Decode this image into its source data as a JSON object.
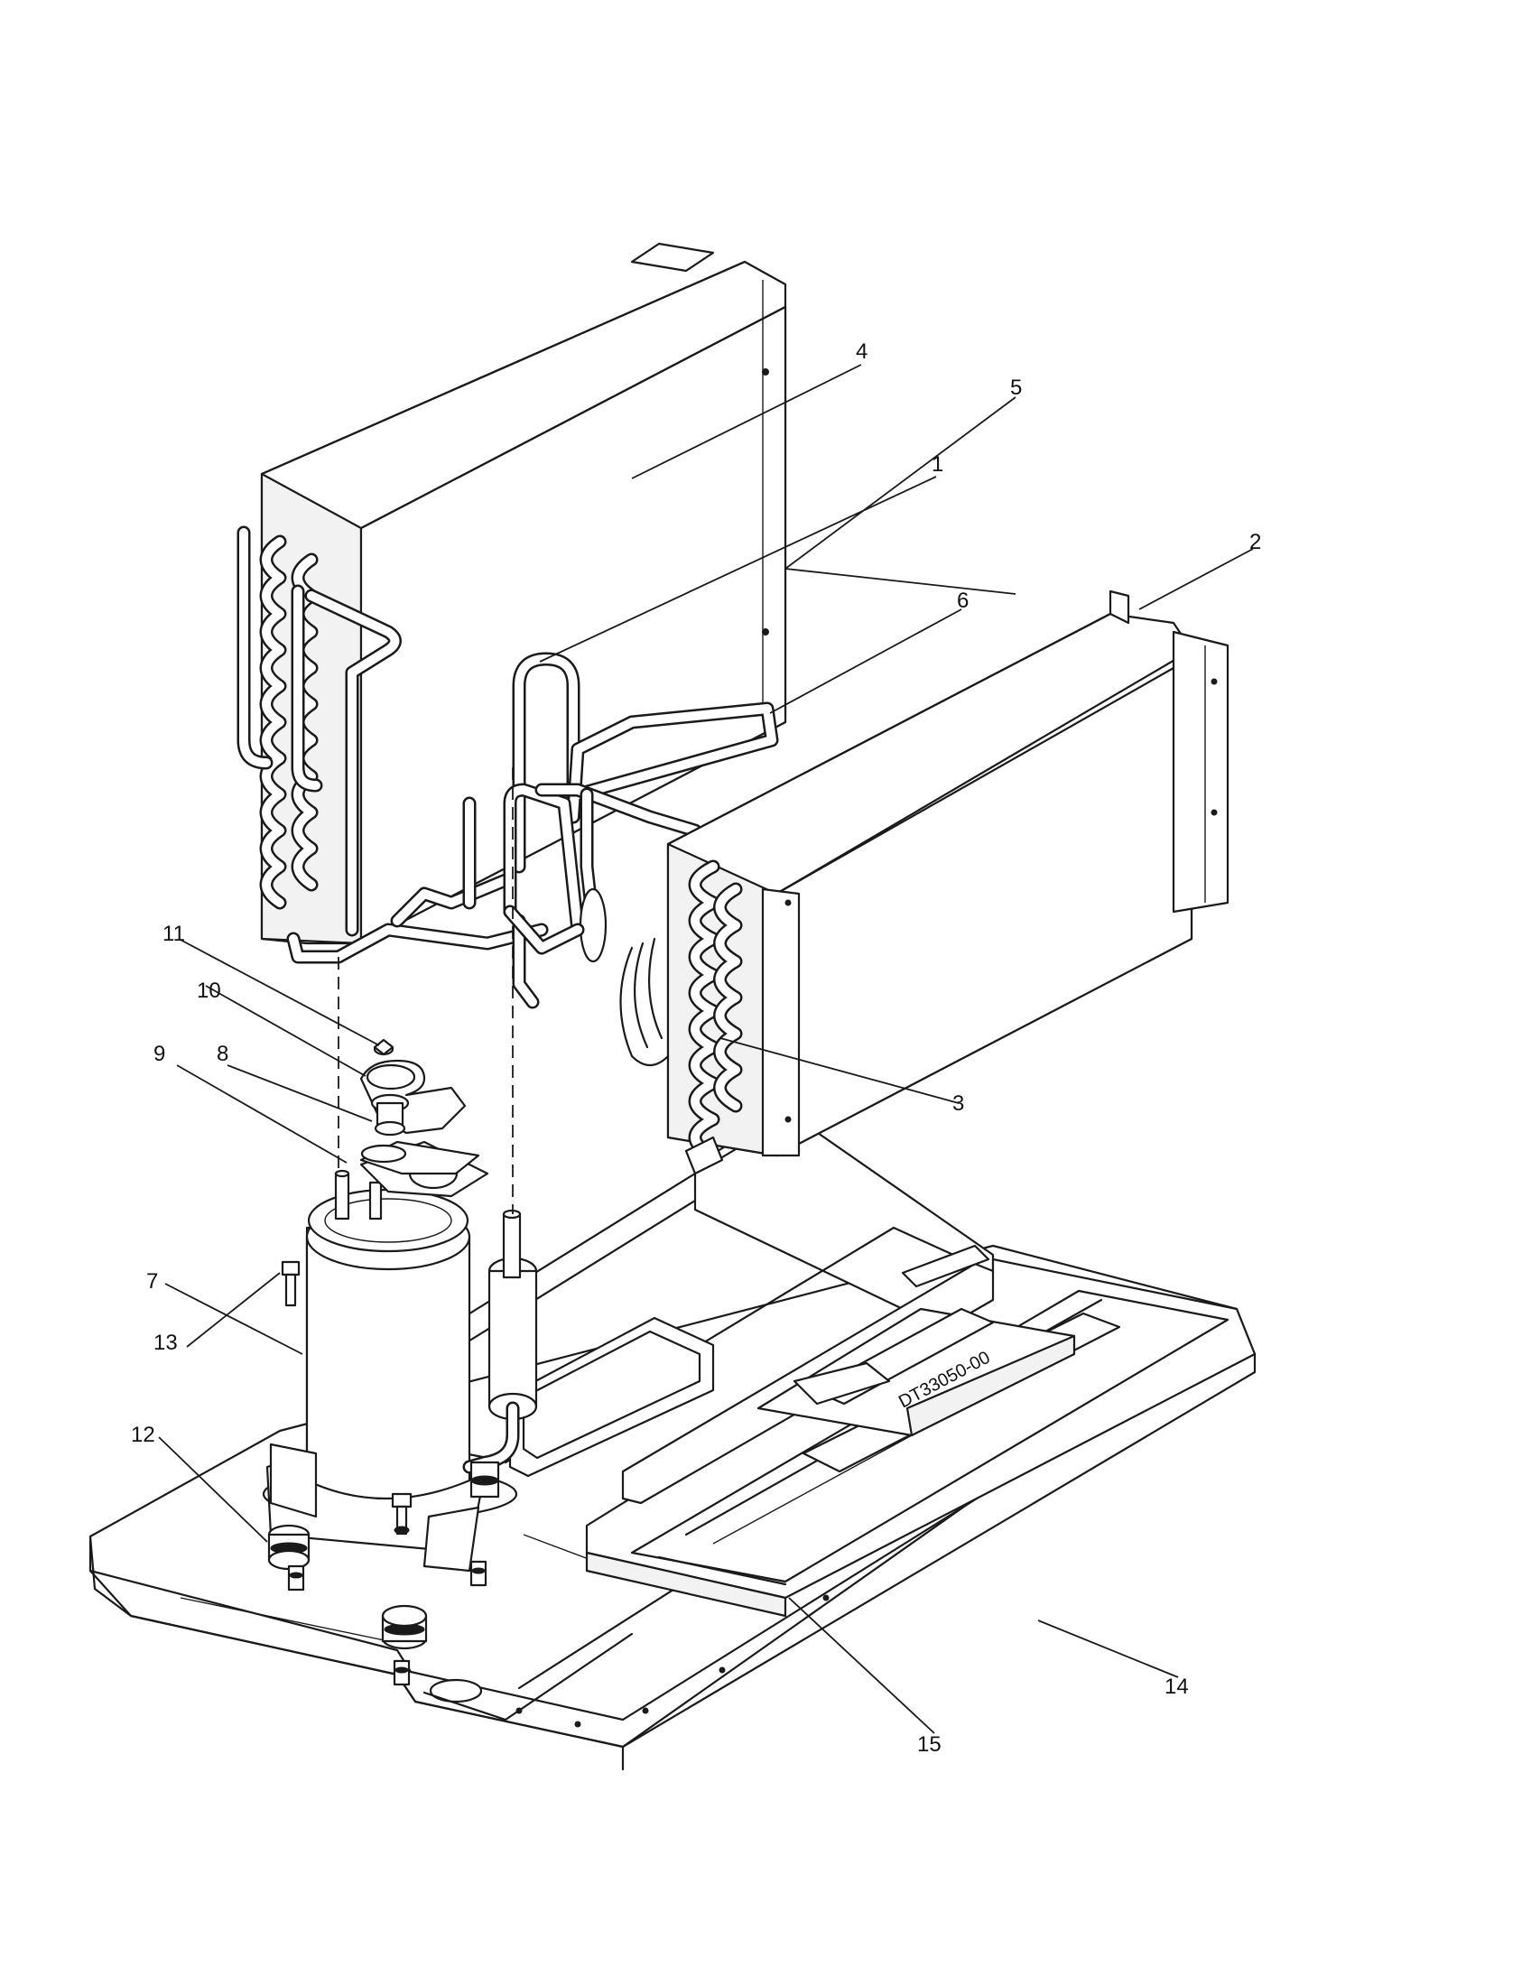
{
  "diagram": {
    "callouts": [
      "1",
      "2",
      "3",
      "4",
      "5",
      "6",
      "7",
      "8",
      "9",
      "10",
      "11",
      "12",
      "13",
      "14",
      "15"
    ],
    "part_stamp": "DT33050-00"
  }
}
